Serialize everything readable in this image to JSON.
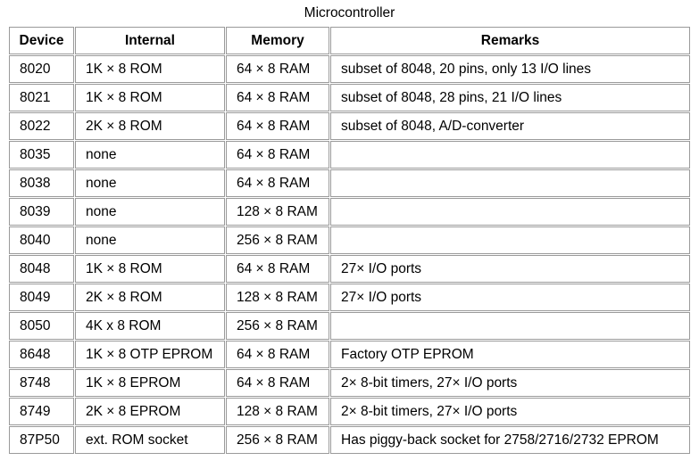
{
  "title": "Microcontroller",
  "table": {
    "headers": [
      "Device",
      "Internal",
      "Memory",
      "Remarks"
    ],
    "rows": [
      {
        "device": "8020",
        "internal": "1K × 8 ROM",
        "memory": "64 × 8 RAM",
        "remarks": "subset of 8048, 20 pins, only 13 I/O lines"
      },
      {
        "device": "8021",
        "internal": "1K × 8 ROM",
        "memory": "64 × 8 RAM",
        "remarks": "subset of 8048, 28 pins, 21 I/O lines"
      },
      {
        "device": "8022",
        "internal": "2K × 8 ROM",
        "memory": "64 × 8 RAM",
        "remarks": "subset of 8048, A/D-converter"
      },
      {
        "device": "8035",
        "internal": "none",
        "memory": "64 × 8 RAM",
        "remarks": ""
      },
      {
        "device": "8038",
        "internal": "none",
        "memory": "64 × 8 RAM",
        "remarks": ""
      },
      {
        "device": "8039",
        "internal": "none",
        "memory": "128 × 8 RAM",
        "remarks": ""
      },
      {
        "device": "8040",
        "internal": "none",
        "memory": "256 × 8 RAM",
        "remarks": ""
      },
      {
        "device": "8048",
        "internal": "1K × 8 ROM",
        "memory": "64 × 8 RAM",
        "remarks": "27× I/O ports"
      },
      {
        "device": "8049",
        "internal": "2K × 8 ROM",
        "memory": "128 × 8 RAM",
        "remarks": "27× I/O ports"
      },
      {
        "device": "8050",
        "internal": "4K x 8 ROM",
        "memory": "256 × 8 RAM",
        "remarks": ""
      },
      {
        "device": "8648",
        "internal": "1K × 8 OTP EPROM",
        "memory": "64 × 8 RAM",
        "remarks": "Factory OTP EPROM"
      },
      {
        "device": "8748",
        "internal": "1K × 8 EPROM",
        "memory": "64 × 8 RAM",
        "remarks": "2× 8-bit timers, 27× I/O ports"
      },
      {
        "device": "8749",
        "internal": "2K × 8 EPROM",
        "memory": "128 × 8 RAM",
        "remarks": "2× 8-bit timers, 27× I/O ports"
      },
      {
        "device": "87P50",
        "internal": "ext. ROM socket",
        "memory": "256 × 8 RAM",
        "remarks": "Has piggy-back socket for 2758/2716/2732 EPROM"
      }
    ]
  }
}
